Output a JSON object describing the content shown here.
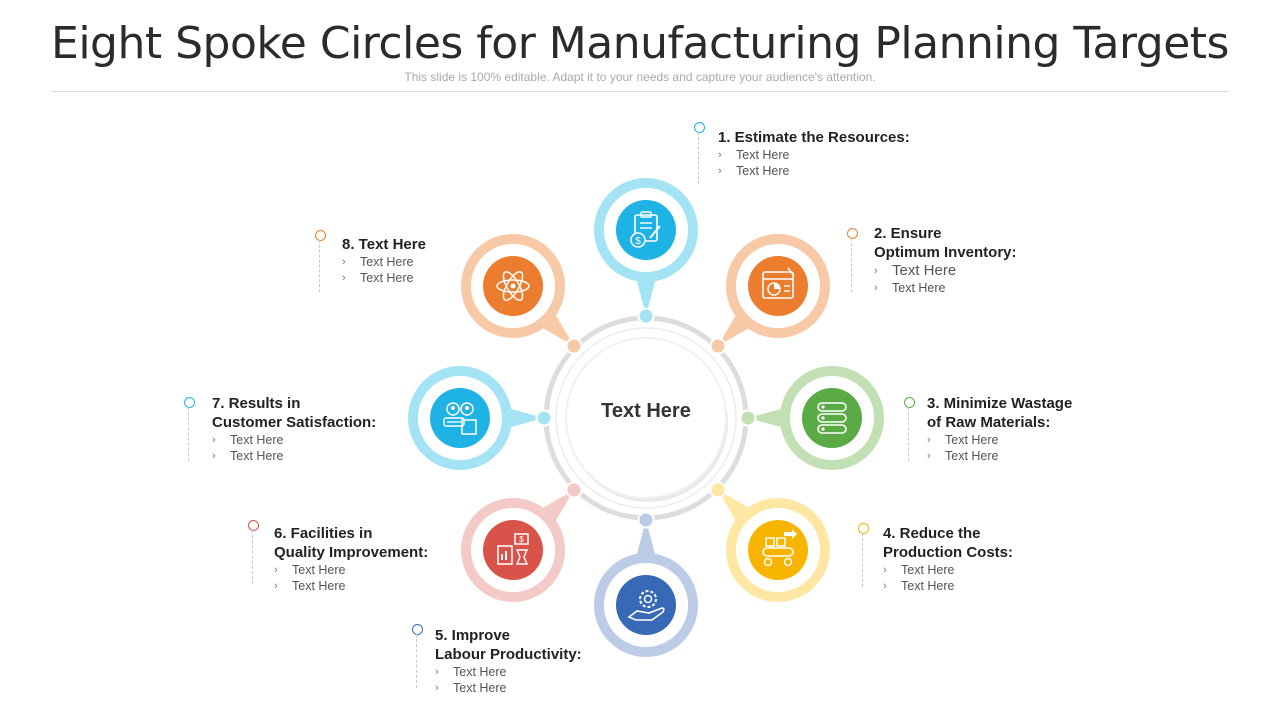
{
  "title": "Eight Spoke Circles for Manufacturing Planning Targets",
  "subtitle": "This slide is 100% editable. Adapt it to your needs and capture your audience's attention.",
  "center": "Text Here",
  "spokes": [
    {
      "head1": "1. Estimate the Resources:",
      "head2": "",
      "sub1": "Text Here",
      "sub2": "Text Here",
      "color": "#1eb3e4",
      "ring": "#a4e3f4",
      "icon": "clipboard-money-icon"
    },
    {
      "head1": "2. Ensure",
      "head2": "Optimum Inventory:",
      "sub1": "Text Here",
      "sub2": "Text Here",
      "color": "#ec7d2e",
      "ring": "#f7c9a6",
      "icon": "inventory-report-icon"
    },
    {
      "head1": "3. Minimize Wastage",
      "head2": "of Raw Materials:",
      "sub1": "Text Here",
      "sub2": "Text Here",
      "color": "#5aab45",
      "ring": "#c3e0b4",
      "icon": "stacked-materials-icon"
    },
    {
      "head1": "4. Reduce the",
      "head2": "Production Costs:",
      "sub1": "Text Here",
      "sub2": "Text Here",
      "color": "#f7b500",
      "ring": "#fde7a3",
      "icon": "conveyor-icon"
    },
    {
      "head1": "5. Improve",
      "head2": "Labour Productivity:",
      "sub1": "Text Here",
      "sub2": "Text Here",
      "color": "#3869b7",
      "ring": "#bccbe6",
      "icon": "hand-gear-icon"
    },
    {
      "head1": "6. Facilities in",
      "head2": "Quality Improvement:",
      "sub1": "Text Here",
      "sub2": "Text Here",
      "color": "#d9534a",
      "ring": "#f3cac6",
      "icon": "factory-chart-icon"
    },
    {
      "head1": "7. Results in",
      "head2": "Customer Satisfaction:",
      "sub1": "Text Here",
      "sub2": "Text Here",
      "color": "#1eb3e4",
      "ring": "#a4e3f4",
      "icon": "customers-icon"
    },
    {
      "head1": "8. Text Here",
      "head2": "",
      "sub1": "Text Here",
      "sub2": "Text Here",
      "color": "#ec7d2e",
      "ring": "#f7c9a6",
      "icon": "atom-icon"
    }
  ]
}
